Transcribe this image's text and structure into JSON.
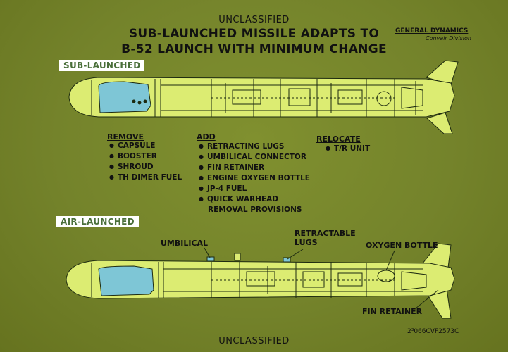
{
  "header": {
    "classification_top": "UNCLASSIFIED",
    "title_line1": "SUB-LAUNCHED MISSILE ADAPTS TO",
    "title_line2": "B-52 LAUNCH WITH MINIMUM CHANGE",
    "company": "GENERAL DYNAMICS",
    "division": "Convair Division"
  },
  "sub_launched": {
    "label": "SUB-LAUNCHED"
  },
  "air_launched": {
    "label": "AIR-LAUNCHED"
  },
  "changes": {
    "remove": {
      "heading": "REMOVE",
      "items": [
        "CAPSULE",
        "BOOSTER",
        "SHROUD",
        "TH DIMER FUEL"
      ]
    },
    "add": {
      "heading": "ADD",
      "items": [
        "RETRACTING LUGS",
        "UMBILICAL CONNECTOR",
        "FIN RETAINER",
        "ENGINE OXYGEN BOTTLE",
        "JP-4 FUEL",
        "QUICK WARHEAD",
        "REMOVAL PROVISIONS"
      ]
    },
    "relocate": {
      "heading": "RELOCATE",
      "items": [
        "T/R UNIT"
      ]
    }
  },
  "callouts": {
    "umbilical": "UMBILICAL",
    "retractable_1": "RETRACTABLE",
    "retractable_2": "LUGS",
    "oxygen_bottle": "OXYGEN BOTTLE",
    "fin_retainer": "FIN RETAINER"
  },
  "footer": {
    "classification_bottom": "UNCLASSIFIED",
    "drawing_code": "2³066CVF2573C"
  },
  "colors": {
    "background": "#74832b",
    "missile_body": "#dcec72",
    "warhead": "#7ec6d6",
    "label_text": "#4a6f3a"
  }
}
